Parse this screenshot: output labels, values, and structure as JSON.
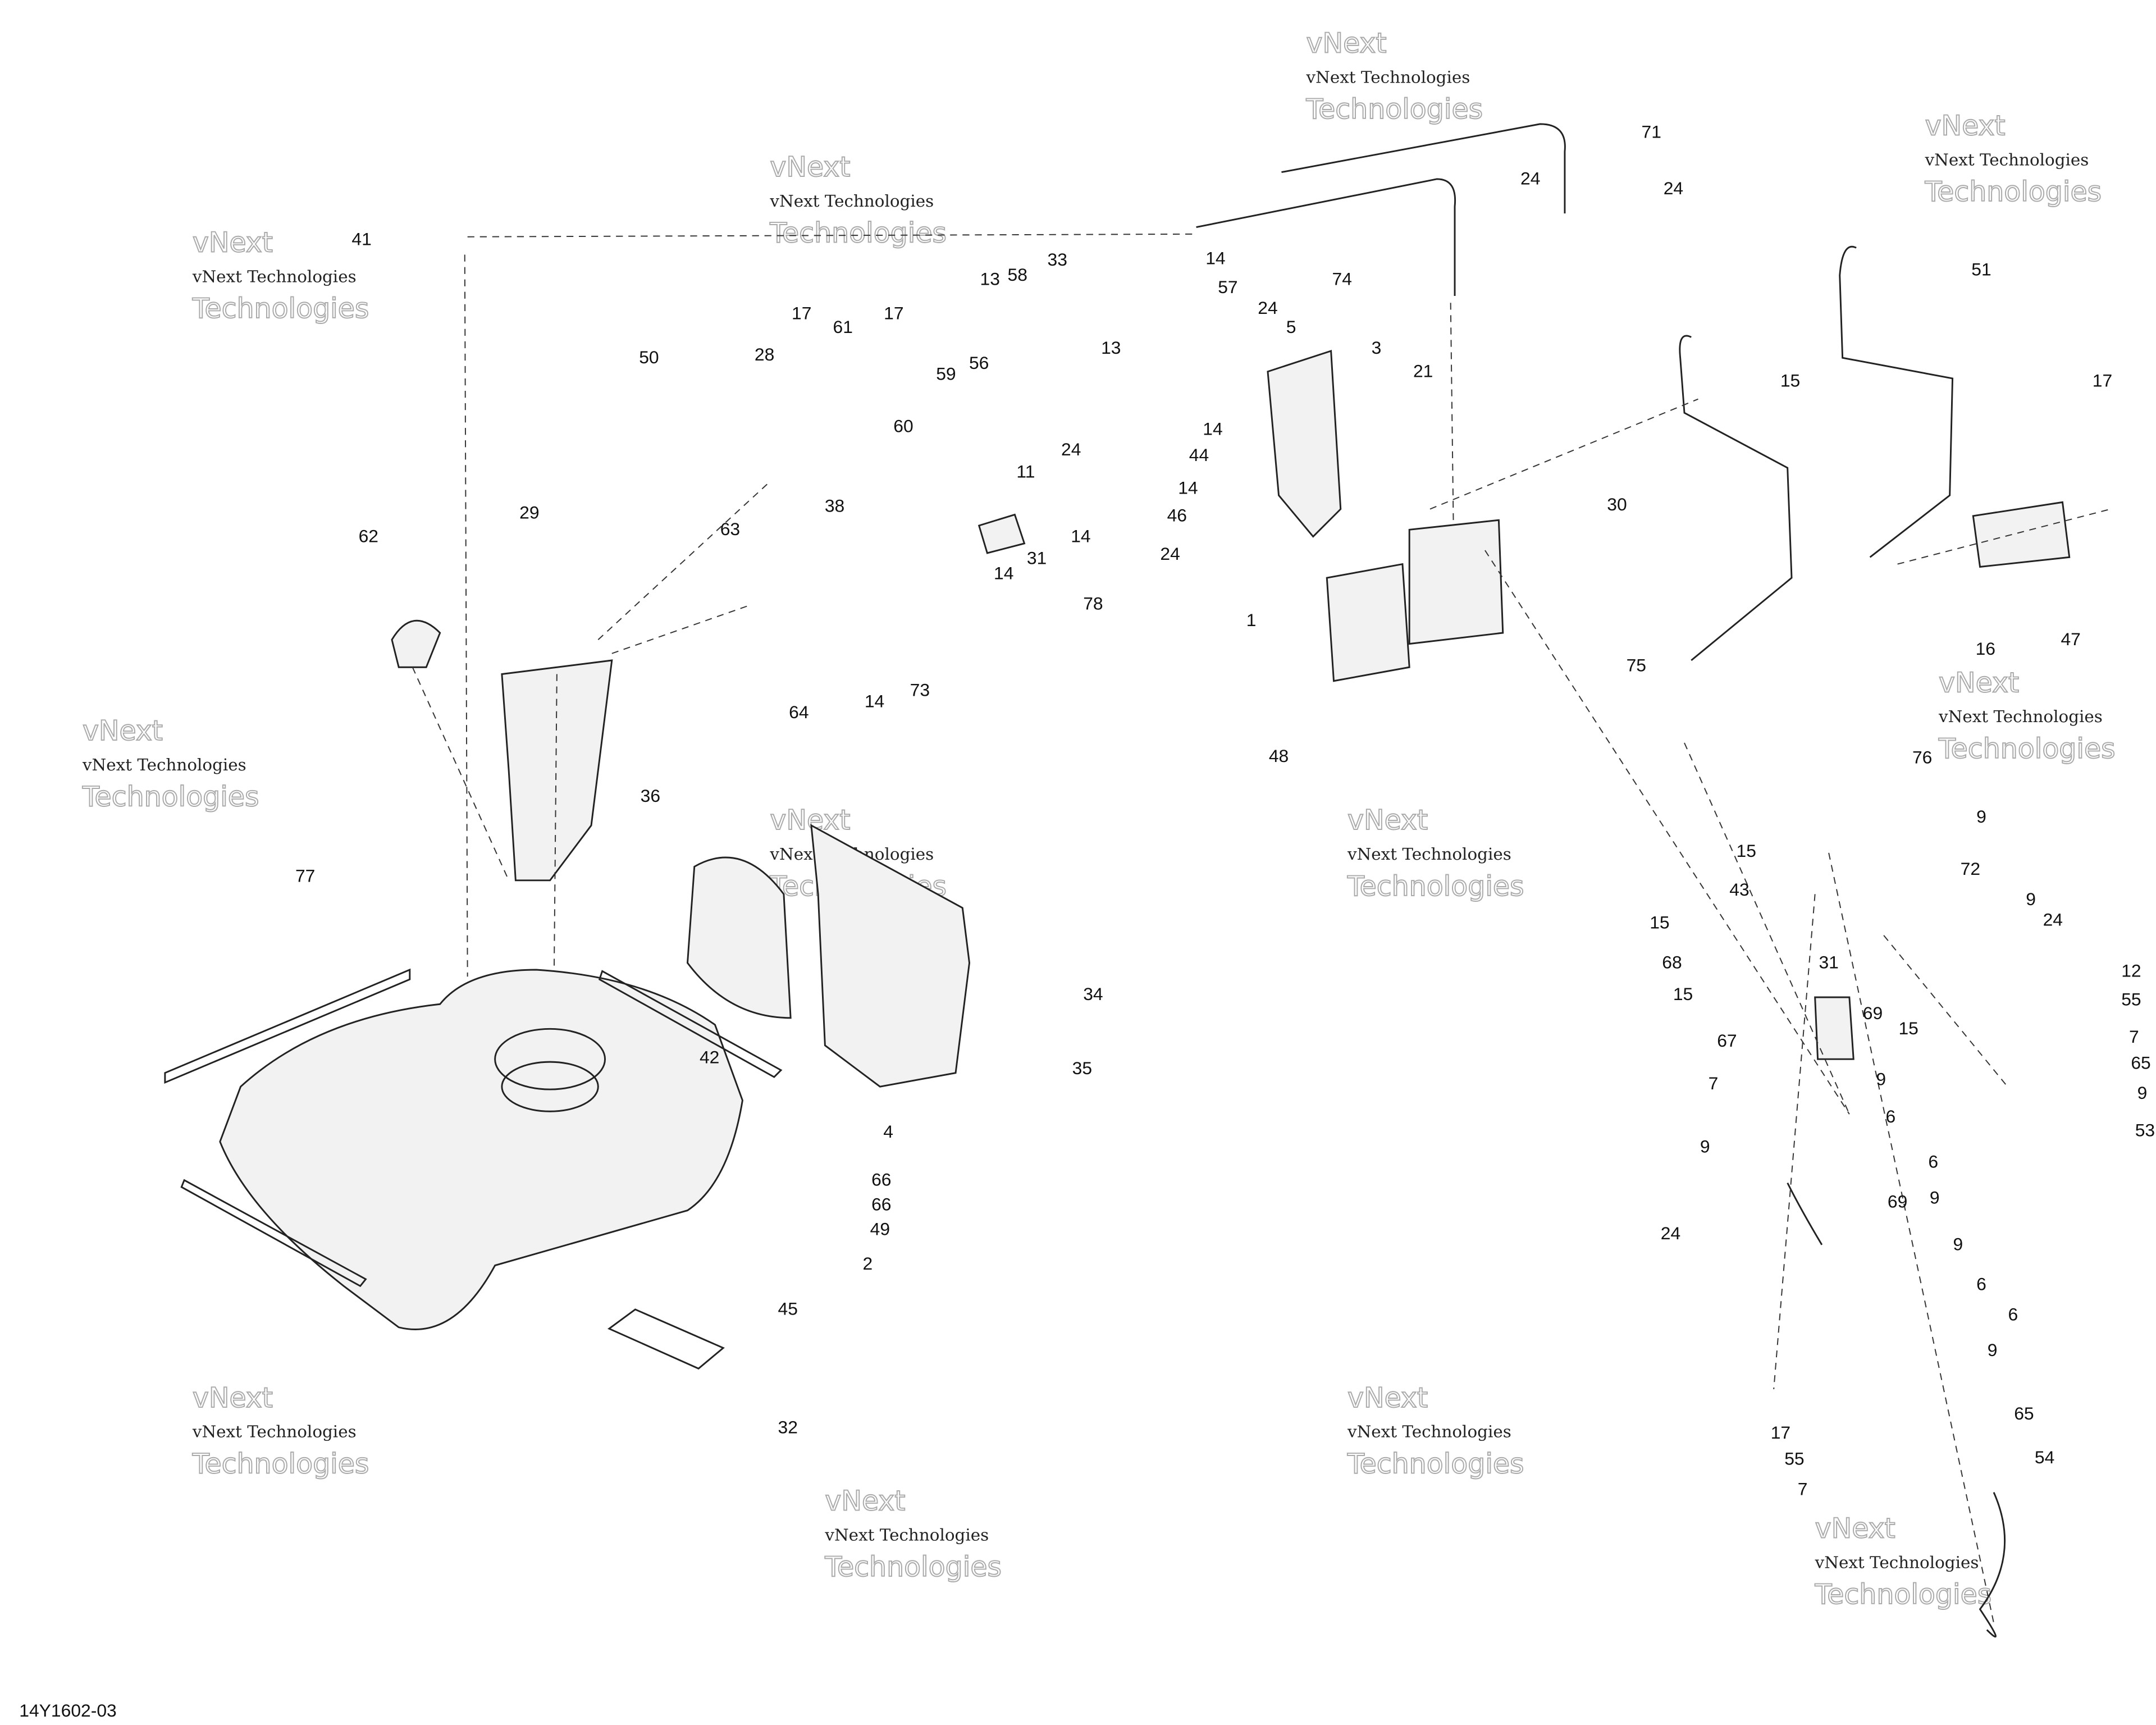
{
  "diagram_code": "14Y1602-03",
  "watermark": {
    "line1": "vNext Technologies",
    "line2": "vNext",
    "line3": "Technologies"
  },
  "callouts": [
    "41",
    "62",
    "50",
    "28",
    "17",
    "61",
    "17",
    "13",
    "58",
    "33",
    "14",
    "57",
    "24",
    "5",
    "74",
    "3",
    "21",
    "71",
    "24",
    "24",
    "15",
    "51",
    "17",
    "30",
    "16",
    "47",
    "1",
    "48",
    "56",
    "59",
    "60",
    "11",
    "13",
    "24",
    "14",
    "44",
    "14",
    "46",
    "24",
    "14",
    "14",
    "31",
    "78",
    "38",
    "63",
    "64",
    "14",
    "73",
    "29",
    "36",
    "34",
    "35",
    "77",
    "42",
    "4",
    "66",
    "66",
    "49",
    "2",
    "45",
    "32",
    "75",
    "76",
    "9",
    "15",
    "43",
    "72",
    "15",
    "68",
    "31",
    "15",
    "9",
    "24",
    "12",
    "55",
    "7",
    "65",
    "9",
    "53",
    "69",
    "15",
    "67",
    "7",
    "9",
    "6",
    "6",
    "9",
    "9",
    "24",
    "69",
    "9",
    "6",
    "6",
    "9",
    "17",
    "55",
    "7",
    "65",
    "54"
  ]
}
